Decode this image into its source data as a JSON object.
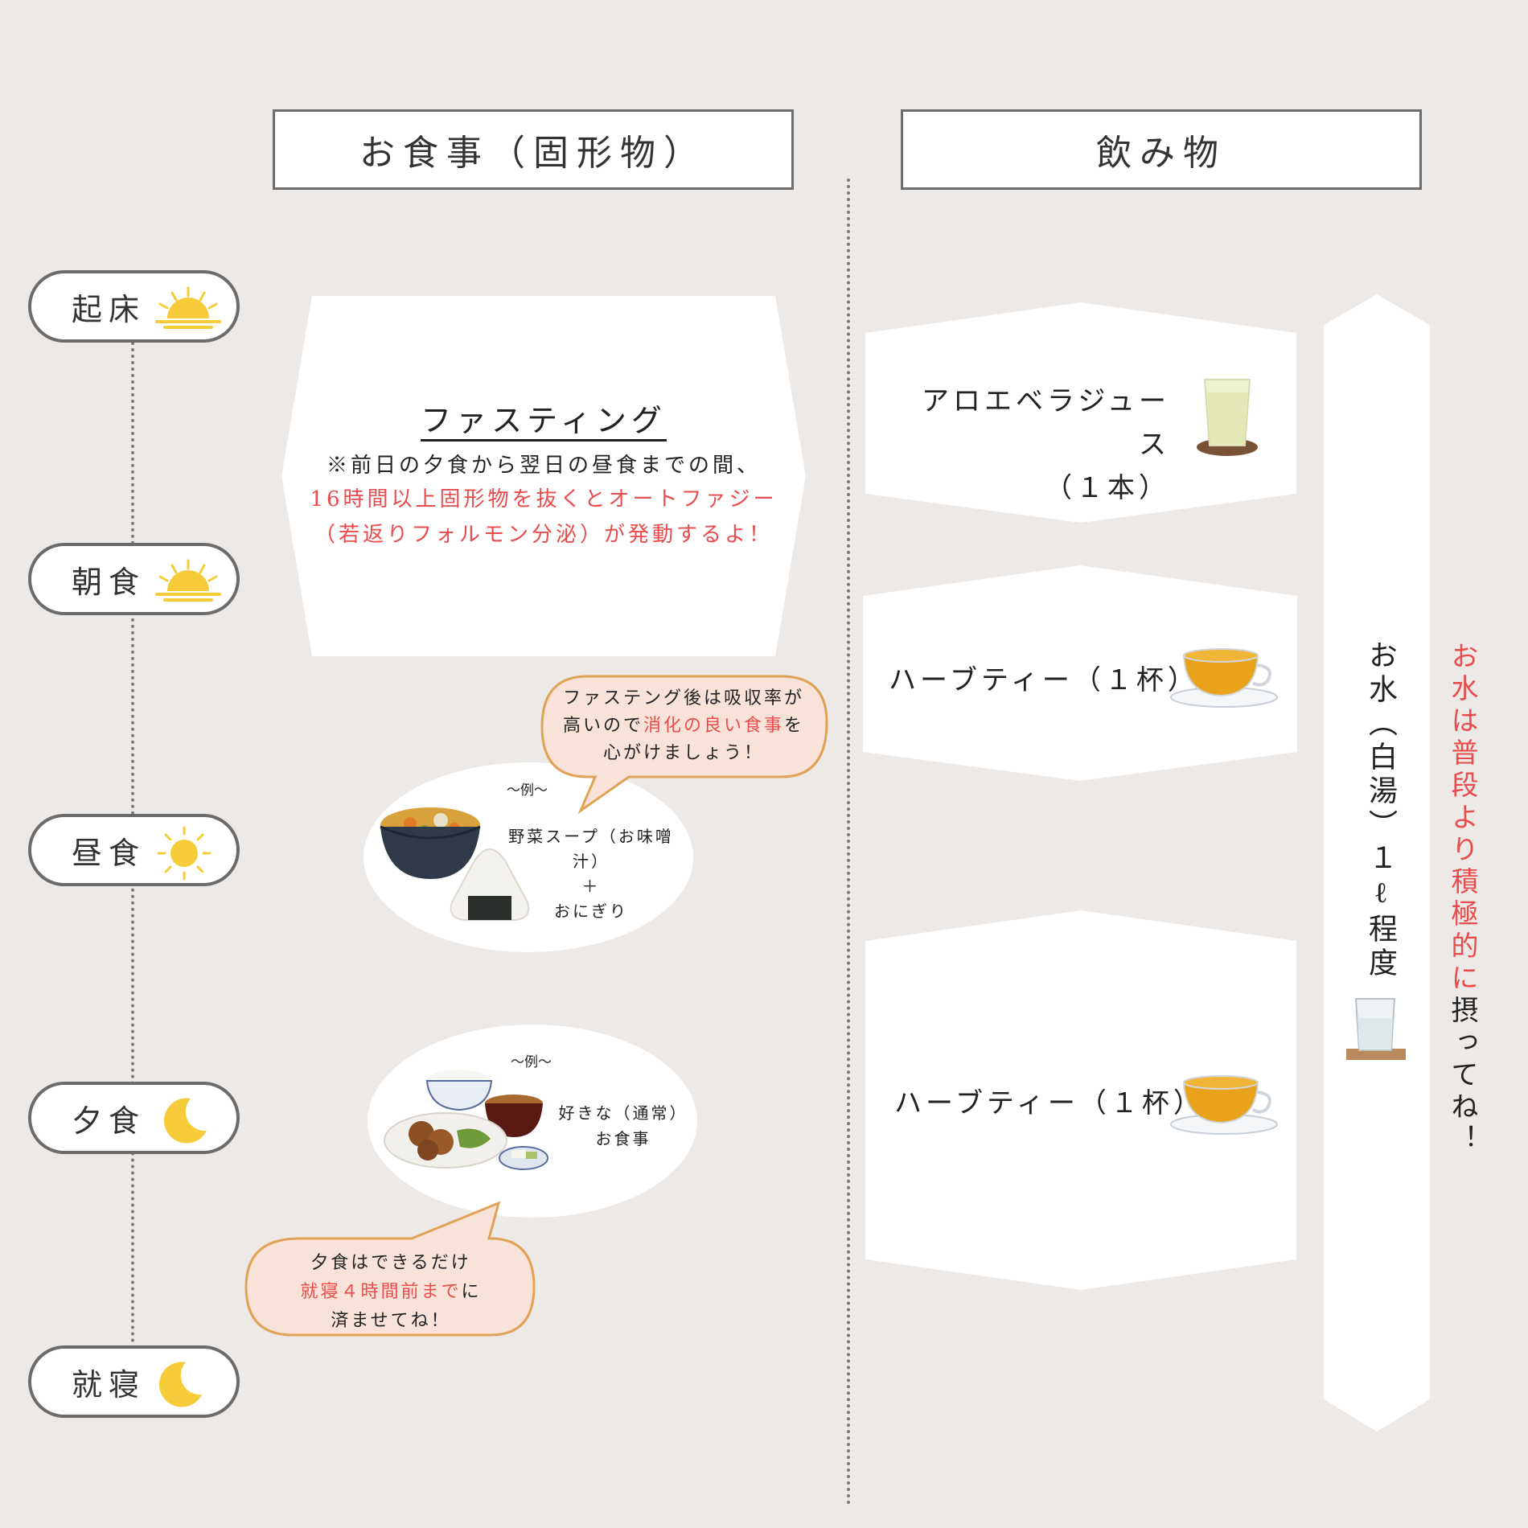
{
  "headers": {
    "food": "お食事（固形物）",
    "drink": "飲み物"
  },
  "timeline": [
    {
      "label": "起床",
      "icon": "sunrise-icon"
    },
    {
      "label": "朝食",
      "icon": "sunrise-icon"
    },
    {
      "label": "昼食",
      "icon": "sun-icon"
    },
    {
      "label": "夕食",
      "icon": "moon-icon"
    },
    {
      "label": "就寝",
      "icon": "moon-icon"
    }
  ],
  "fasting": {
    "title": "ファスティング",
    "line1": "※前日の夕食から翌日の昼食までの間、",
    "line2": "16時間以上固形物を抜くとオートファジー",
    "line3": "（若返りフォルモン分泌）が発動するよ！"
  },
  "lunch_bubble": {
    "line1": "ファステング後は吸収率が",
    "line2_pre": "高いので",
    "line2_red": "消化の良い食事",
    "line2_post": "を",
    "line3": "心がけましょう！"
  },
  "lunch_example": {
    "caption": "～例～",
    "line1": "野菜スープ（お味噌汁）",
    "line2": "＋",
    "line3": "おにぎり"
  },
  "dinner_example": {
    "caption": "～例～",
    "line1": "好きな（通常）",
    "line2": "お食事"
  },
  "dinner_bubble": {
    "line1": "夕食はできるだけ",
    "line2_red": "就寝４時間前まで",
    "line2_post": "に",
    "line3": "済ませてね！"
  },
  "drinks": [
    {
      "line1": "アロエベラジュース",
      "line2": "（１本）"
    },
    {
      "line1": "ハーブティー（１杯）"
    },
    {
      "line1": "ハーブティー（１杯）"
    }
  ],
  "water": {
    "label": "お水（白湯）１ℓ程度"
  },
  "water_note": {
    "red": "お水は普段より積極的に",
    "rest": "摂ってね！"
  },
  "colors": {
    "background": "#ede9e7",
    "accent_red": "#e94c4c",
    "sun_yellow": "#f6cc3a",
    "bubble_fill": "#f9e3d8",
    "bubble_border": "#dfa256"
  }
}
